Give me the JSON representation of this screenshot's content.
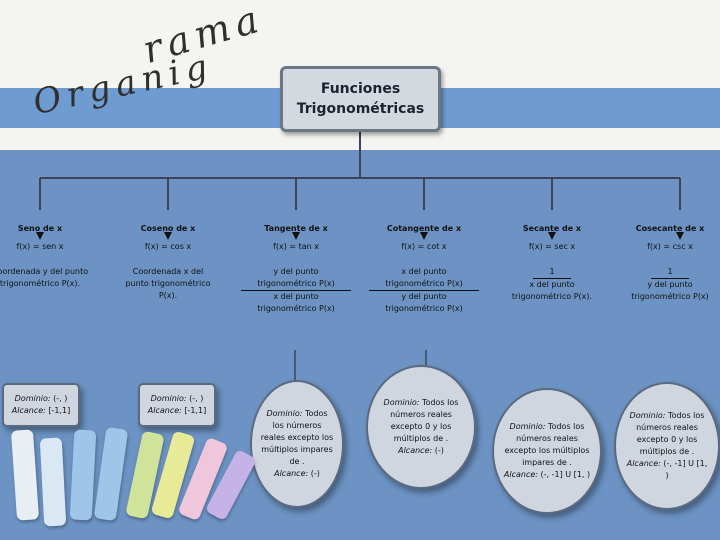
{
  "title": {
    "line1": "rama",
    "line2": "Organig"
  },
  "root": {
    "line1": "Funciones",
    "line2": "Trigonométricas"
  },
  "columns": [
    {
      "header": "Seno de x",
      "formula": "f(x) = sen x",
      "def": [
        "Coordenada y del punto",
        "trigonométrico P(x)."
      ],
      "domain_label": "Dominio:",
      "domain": "(-, )",
      "range_label": "Alcance:",
      "range": "[-1,1]"
    },
    {
      "header": "Coseno de x",
      "formula": "f(x) = cos x",
      "def": [
        "Coordenada x del",
        "punto trigonométrico",
        "P(x)."
      ],
      "domain_label": "Dominio:",
      "domain": "(-, )",
      "range_label": "Alcance:",
      "range": "[-1,1]"
    },
    {
      "header": "Tangente de x",
      "formula": "f(x) = tan x",
      "def": [
        "y del punto",
        "trigonométrico P(x)",
        "x del punto",
        "trigonométrico P(x)"
      ],
      "domain_label": "Dominio:",
      "domain": "Todos los números reales excepto los múltiplos impares de .",
      "range_label": "Alcance:",
      "range": "(-)"
    },
    {
      "header": "Cotangente de x",
      "formula": "f(x) = cot x",
      "def": [
        "x del punto",
        "trigonométrico P(x)",
        "y del punto",
        "trigonométrico P(x)"
      ],
      "domain_label": "Dominio:",
      "domain": "Todos los números reales excepto 0 y los múltiplos de .",
      "range_label": "Alcance:",
      "range": "(-)"
    },
    {
      "header": "Secante de x",
      "formula": "f(x) = sec x",
      "def": [
        "1",
        "x del punto",
        "trigonométrico P(x)."
      ],
      "domain_label": "Dominio:",
      "domain": "Todos los números reales excepto los múltiplos impares de .",
      "range_label": "Alcance:",
      "range": "(-, -1] U [1, )"
    },
    {
      "header": "Cosecante de x",
      "formula": "f(x) = csc x",
      "def": [
        "1",
        "y del punto",
        "trigonométrico P(x)"
      ],
      "domain_label": "Dominio:",
      "domain": "Todos los números reales excepto 0 y los múltiplos de .",
      "range_label": "Alcance:",
      "range": "(-, -1] U [1, )"
    }
  ],
  "colors": {
    "top_bg": "#f4f4f1",
    "band": "#6e9bd0",
    "lower_bg": "#6c93c4",
    "box_fill": "#cfd6e0",
    "box_border": "#5c6a80",
    "chalk": [
      "#e9eef3",
      "#d9e8f3",
      "#9fc6e8",
      "#cfe39a",
      "#e7ea96",
      "#f0c6dc",
      "#c5b2e6"
    ]
  }
}
